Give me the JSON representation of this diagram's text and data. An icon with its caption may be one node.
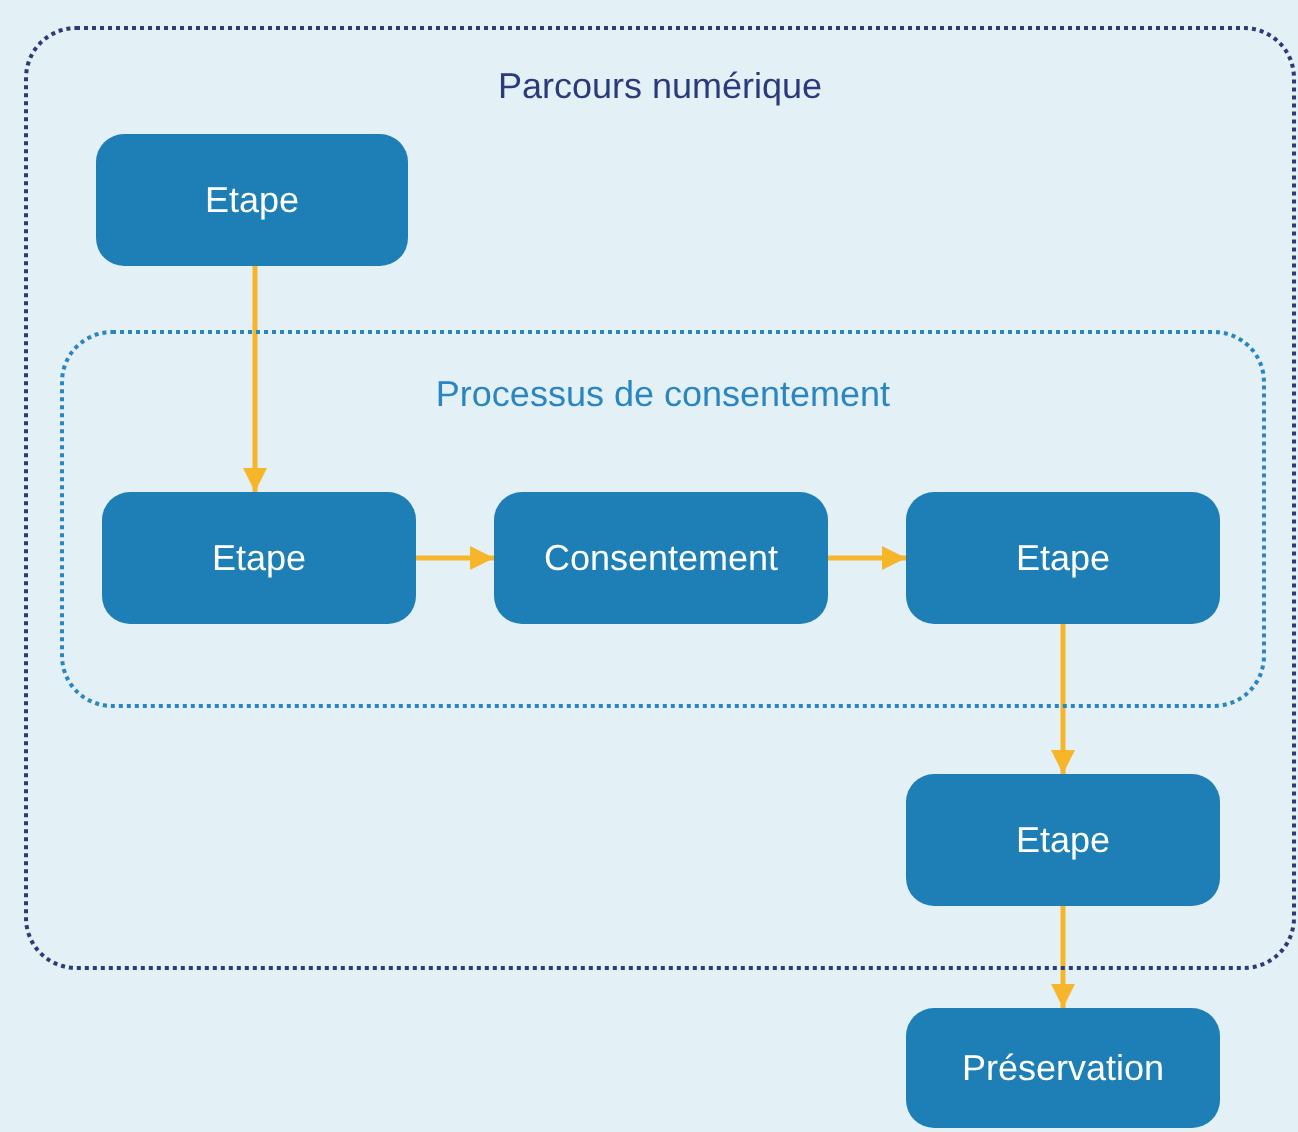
{
  "diagram": {
    "nodes": [
      {
        "text": [
          "Parcours numérique"
        ]
      },
      {
        "text": [
          "Etape"
        ],
        "in": 0
      },
      {
        "text": [
          "Processus de consentement"
        ],
        "in": 0
      },
      {
        "text": [
          "Etape"
        ],
        "in": 2
      },
      {
        "text": [
          "Consentement"
        ],
        "in": 2
      },
      {
        "text": [
          "Etape"
        ],
        "in": 2
      },
      {
        "text": [
          "Etape"
        ],
        "in": 0
      },
      {
        "text": [
          "Préservation"
        ]
      }
    ],
    "edges": [
      {
        "from": 1,
        "to": 3,
        "arrow": "to"
      },
      {
        "from": 3,
        "to": 4,
        "arrow": "to"
      },
      {
        "from": 4,
        "to": 5,
        "arrow": "to"
      },
      {
        "from": 5,
        "to": 6,
        "arrow": "to"
      },
      {
        "from": 6,
        "to": 7,
        "arrow": "to"
      }
    ]
  }
}
